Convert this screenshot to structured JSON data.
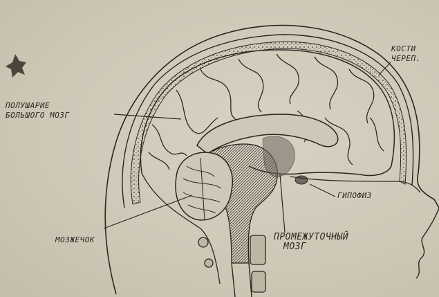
{
  "labels": {
    "skull_line1": "КОСТИ",
    "skull_line2": "ЧЕРЕП.",
    "hemisphere_line1": "ПОЛУШАРИЕ",
    "hemisphere_line2": "БОЛЬШОГО МОЗГ",
    "pituitary": "ГИПОФИЗ",
    "cerebellum": "МОЗЖЕЧОК",
    "diencephalon_line1": "ПРОМЕЖУТОЧНЫЙ",
    "diencephalon_line2": "МОЗГ"
  },
  "colors": {
    "paper": "#cfc8b8",
    "ink": "#2a2620",
    "shade": "#6f6a60"
  }
}
